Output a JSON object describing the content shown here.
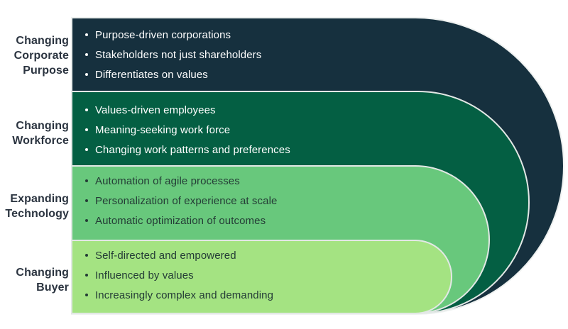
{
  "diagram": {
    "background": "#ffffff",
    "separator_color": "#e3e8e6",
    "label_color": "#2b3440",
    "rows": [
      {
        "label": "Changing\nCorporate\nPurpose",
        "band_color": "#16303e",
        "text_color": "#ffffff",
        "bullets": [
          "Purpose-driven corporations",
          "Stakeholders not just shareholders",
          "Differentiates on values"
        ]
      },
      {
        "label": "Changing\nWorkforce",
        "band_color": "#045f43",
        "text_color": "#ffffff",
        "bullets": [
          "Values-driven employees",
          "Meaning-seeking work force",
          "Changing work patterns and preferences"
        ]
      },
      {
        "label": "Expanding\nTechnology",
        "band_color": "#68c87c",
        "text_color": "#243c36",
        "bullets": [
          "Automation of agile processes",
          "Personalization of experience at scale",
          "Automatic optimization of outcomes"
        ]
      },
      {
        "label": "Changing\nBuyer",
        "band_color": "#a4e382",
        "text_color": "#243c36",
        "bullets": [
          "Self-directed and empowered",
          "Influenced by values",
          "Increasingly complex and demanding"
        ]
      }
    ]
  }
}
